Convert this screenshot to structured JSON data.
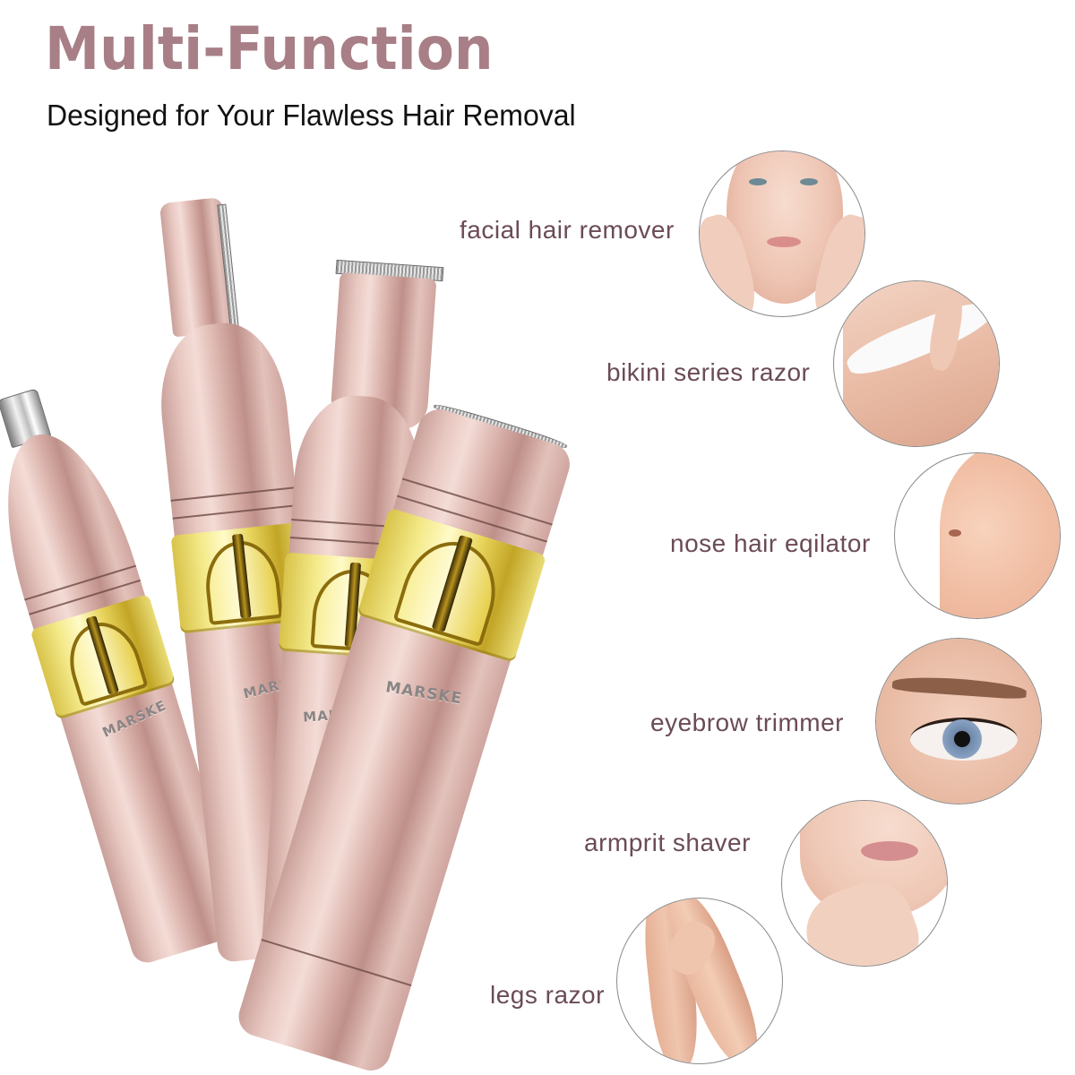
{
  "header": {
    "title": "Multi-Function",
    "subtitle": "Designed for Your Flawless Hair Removal"
  },
  "colors": {
    "title": "#a87f86",
    "subtitle": "#111111",
    "feature_label": "#6b4b55",
    "device_rose_gold": "#dcb6ae",
    "device_gold_band": "#e9d86a"
  },
  "product": {
    "brand": "MARSKE",
    "heads": [
      {
        "name": "nose-trimmer-head"
      },
      {
        "name": "eyebrow-trimmer-head"
      },
      {
        "name": "bikini-trimmer-head"
      },
      {
        "name": "facial-shaver-head"
      }
    ]
  },
  "features": [
    {
      "label": "facial hair remover",
      "image": "face-with-hands"
    },
    {
      "label": "bikini series razor",
      "image": "bikini-hips"
    },
    {
      "label": "nose hair eqilator",
      "image": "nose-closeup"
    },
    {
      "label": "eyebrow trimmer",
      "image": "eye-closeup"
    },
    {
      "label": "armprit shaver",
      "image": "chin-lips-hand"
    },
    {
      "label": "legs razor",
      "image": "legs"
    }
  ]
}
